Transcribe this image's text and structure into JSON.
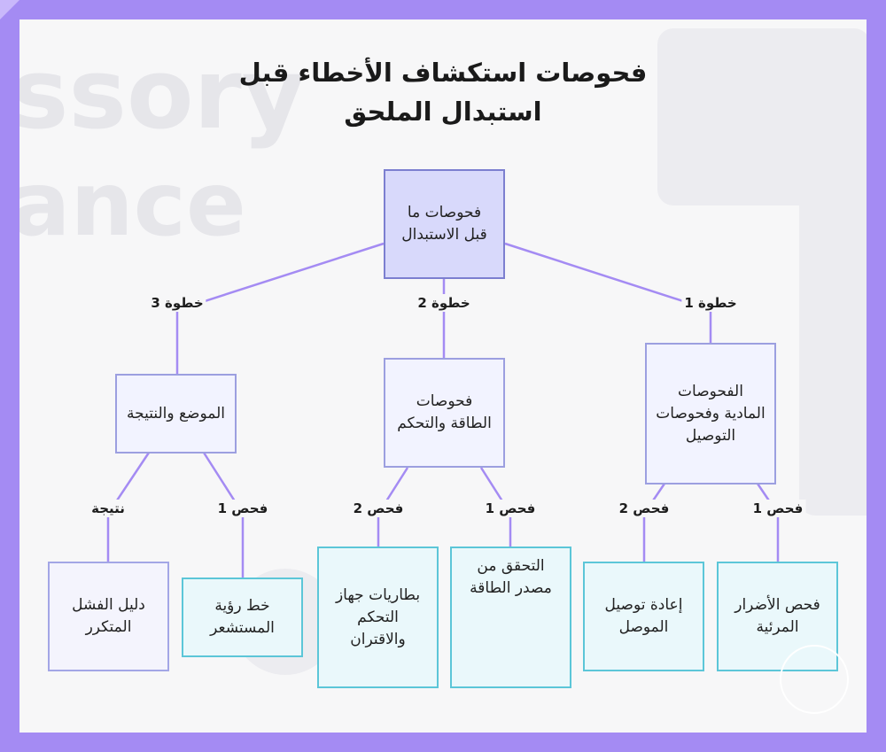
{
  "title_line1": "فحوصات استكشاف الأخطاء قبل",
  "title_line2": "استبدال الملحق",
  "nodes": {
    "root": "فحوصات ما قبل الاستبدال",
    "physical": "الفحوصات المادية وفحوصات التوصيل",
    "power": "فحوصات الطاقة والتحكم",
    "placement": "الموضع والنتيجة",
    "visible_damage": "فحص الأضرار المرئية",
    "reconnect": "إعادة توصيل الموصل",
    "power_source": "التحقق من مصدر الطاقة",
    "batteries": "بطاريات جهاز التحكم والاقتران",
    "sensor_line": "خط رؤية المستشعر",
    "failure_guide": "دليل الفشل المتكرر"
  },
  "edge_labels": {
    "step1": "خطوة 1",
    "step2": "خطوة 2",
    "step3": "خطوة 3",
    "physical_check1": "فحص 1",
    "physical_check2": "فحص 2",
    "power_check1": "فحص 1",
    "power_check2": "فحص 2",
    "placement_check1": "فحص 1",
    "placement_result": "نتيجة"
  },
  "colors": {
    "frame": "#a48bf3",
    "edge": "#a48bf3",
    "root_fill": "#d8d9fb",
    "leaf_cyan_border": "#5cc6d8"
  }
}
